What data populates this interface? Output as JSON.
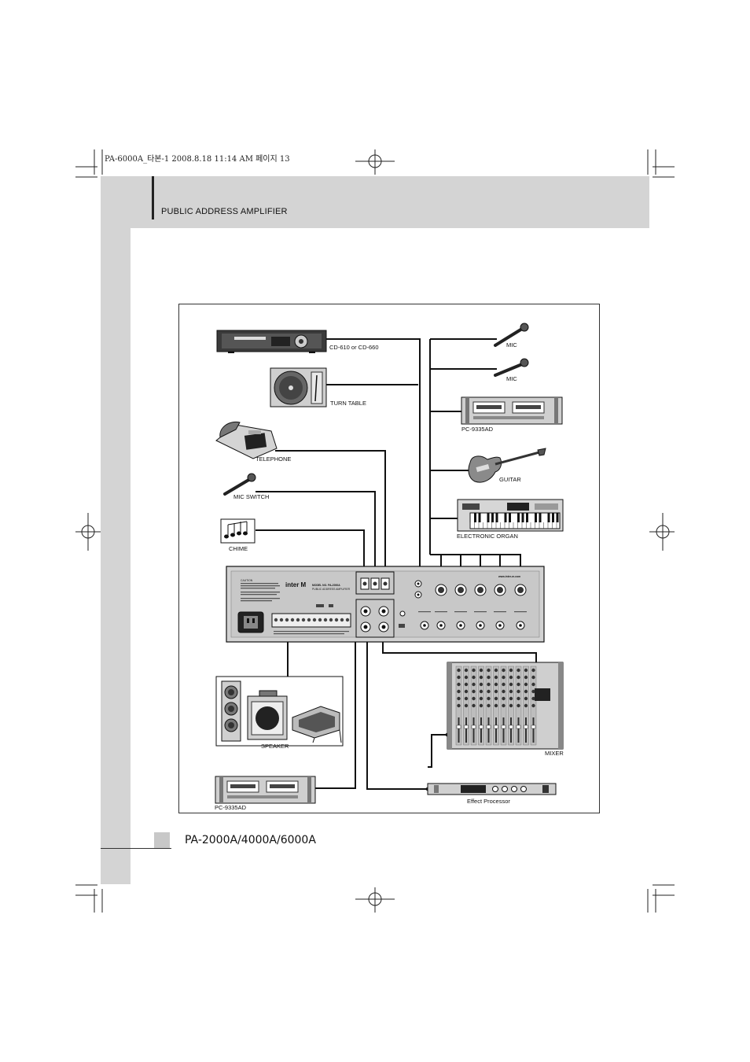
{
  "print_header": "PA-6000A_타본-1 2008.8.18 11:14 AM 페이지 13",
  "header_title": "PUBLIC ADDRESS AMPLIFIER",
  "footer_model": "PA-2000A/4000A/6000A",
  "diagram": {
    "devices": {
      "cd_player": "CD-610 or CD-660",
      "turntable": "TURN TABLE",
      "telephone": "TELEPHONE",
      "mic_switch": "MIC SWITCH",
      "chime": "CHIME",
      "mic_1": "MIC",
      "mic_2": "MIC",
      "cassette_top": "PC-9335AD",
      "guitar": "GUITAR",
      "organ": "ELECTRONIC ORGAN",
      "speaker": "SPEAKER",
      "mixer": "MIXER",
      "effect_processor": "Effect Processor",
      "cassette_bottom": "PC-9335AD"
    },
    "amplifier": {
      "brand": "inter M",
      "model": "MODEL NO. PA-2000A",
      "subtitle": "PUBLIC ADDRESS AMPLIFIER",
      "website": "www.inter-m.com",
      "caution": "CAUTION"
    }
  }
}
